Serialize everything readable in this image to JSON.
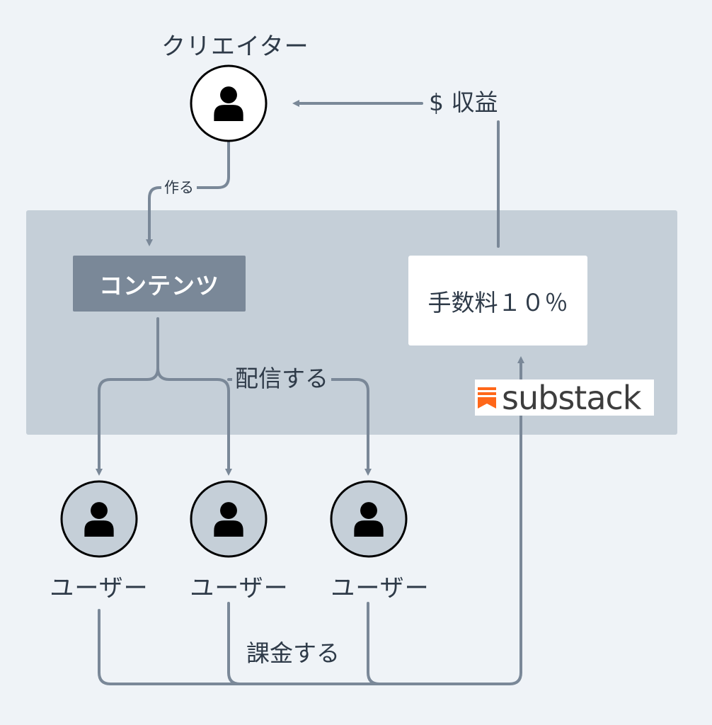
{
  "creator": {
    "label": "クリエイター"
  },
  "edges": {
    "makes": "作る",
    "distributes": "配信する",
    "pays": "課金する",
    "revenue": "$ 収益"
  },
  "content": {
    "label": "コンテンツ"
  },
  "fee": {
    "label": "手数料１０％"
  },
  "brand": {
    "name": "substack",
    "accent": "#ff6719"
  },
  "users": [
    {
      "label": "ユーザー"
    },
    {
      "label": "ユーザー"
    },
    {
      "label": "ユーザー"
    }
  ],
  "colors": {
    "background": "#eff3f7",
    "platform": "#c5cfd8",
    "connector": "#7a8898",
    "content_node": "#7a8898",
    "user_fill": "#c5cfd8"
  }
}
